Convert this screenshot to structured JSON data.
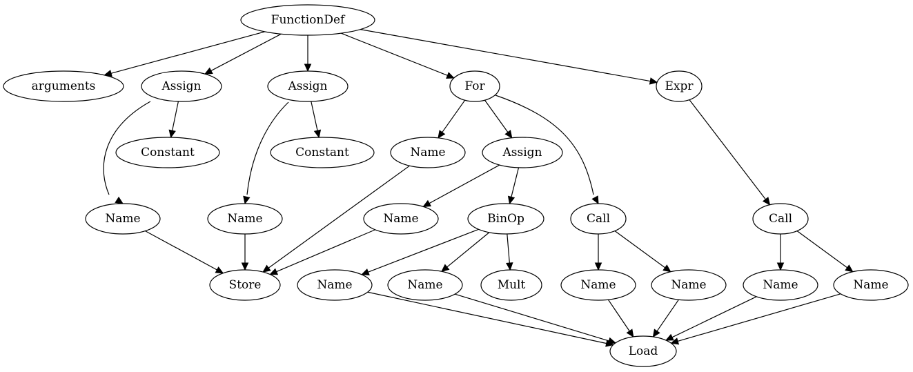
{
  "graph": {
    "nodes": [
      {
        "id": "n0",
        "label": "FunctionDef"
      },
      {
        "id": "n1",
        "label": "arguments"
      },
      {
        "id": "n2",
        "label": "Assign"
      },
      {
        "id": "n3",
        "label": "Assign"
      },
      {
        "id": "n4",
        "label": "For"
      },
      {
        "id": "n5",
        "label": "Expr"
      },
      {
        "id": "n6",
        "label": "Constant"
      },
      {
        "id": "n7",
        "label": "Constant"
      },
      {
        "id": "n8",
        "label": "Name"
      },
      {
        "id": "n9",
        "label": "Assign"
      },
      {
        "id": "n10",
        "label": "Name"
      },
      {
        "id": "n11",
        "label": "Name"
      },
      {
        "id": "n12",
        "label": "Name"
      },
      {
        "id": "n13",
        "label": "BinOp"
      },
      {
        "id": "n14",
        "label": "Call"
      },
      {
        "id": "n15",
        "label": "Call"
      },
      {
        "id": "n16",
        "label": "Store"
      },
      {
        "id": "n17",
        "label": "Name"
      },
      {
        "id": "n18",
        "label": "Name"
      },
      {
        "id": "n19",
        "label": "Mult"
      },
      {
        "id": "n20",
        "label": "Name"
      },
      {
        "id": "n21",
        "label": "Name"
      },
      {
        "id": "n22",
        "label": "Name"
      },
      {
        "id": "n23",
        "label": "Name"
      },
      {
        "id": "n24",
        "label": "Load"
      }
    ],
    "edges": [
      {
        "from": "n0",
        "to": "n1"
      },
      {
        "from": "n0",
        "to": "n2"
      },
      {
        "from": "n0",
        "to": "n3"
      },
      {
        "from": "n0",
        "to": "n4"
      },
      {
        "from": "n0",
        "to": "n5"
      },
      {
        "from": "n2",
        "to": "n10"
      },
      {
        "from": "n2",
        "to": "n6"
      },
      {
        "from": "n3",
        "to": "n11"
      },
      {
        "from": "n3",
        "to": "n7"
      },
      {
        "from": "n4",
        "to": "n8"
      },
      {
        "from": "n4",
        "to": "n9"
      },
      {
        "from": "n4",
        "to": "n14"
      },
      {
        "from": "n5",
        "to": "n15"
      },
      {
        "from": "n9",
        "to": "n12"
      },
      {
        "from": "n9",
        "to": "n13"
      },
      {
        "from": "n8",
        "to": "n16"
      },
      {
        "from": "n10",
        "to": "n16"
      },
      {
        "from": "n11",
        "to": "n16"
      },
      {
        "from": "n12",
        "to": "n16"
      },
      {
        "from": "n13",
        "to": "n17"
      },
      {
        "from": "n13",
        "to": "n18"
      },
      {
        "from": "n13",
        "to": "n19"
      },
      {
        "from": "n14",
        "to": "n20"
      },
      {
        "from": "n14",
        "to": "n21"
      },
      {
        "from": "n15",
        "to": "n22"
      },
      {
        "from": "n15",
        "to": "n23"
      },
      {
        "from": "n17",
        "to": "n24"
      },
      {
        "from": "n18",
        "to": "n24"
      },
      {
        "from": "n20",
        "to": "n24"
      },
      {
        "from": "n21",
        "to": "n24"
      },
      {
        "from": "n22",
        "to": "n24"
      },
      {
        "from": "n23",
        "to": "n24"
      }
    ]
  }
}
